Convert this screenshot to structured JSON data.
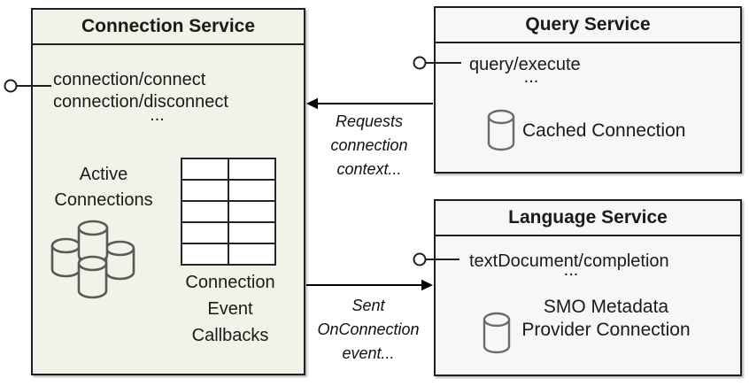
{
  "diagram": {
    "connection_service": {
      "title": "Connection Service",
      "methods": [
        "connection/connect",
        "connection/disconnect"
      ],
      "ellipsis": "...",
      "active_connections_label": "Active\nConnections",
      "callbacks_label": "Connection\nEvent\nCallbacks"
    },
    "query_service": {
      "title": "Query Service",
      "method": "query/execute",
      "ellipsis": "...",
      "cached_connection_label": "Cached Connection"
    },
    "language_service": {
      "title": "Language Service",
      "method": "textDocument/completion",
      "ellipsis": "...",
      "smo_label": "SMO Metadata\nProvider Connection"
    },
    "arrows": {
      "requests_label": "Requests\nconnection\ncontext...",
      "sent_label": "Sent\nOnConnection\nevent..."
    },
    "colors": {
      "connection_fill": "#f0f3e8",
      "service_fill": "#f7f7f9",
      "border": "#1f1f1f",
      "cylinder_stroke": "#595959",
      "text": "#1a1a1a"
    }
  }
}
